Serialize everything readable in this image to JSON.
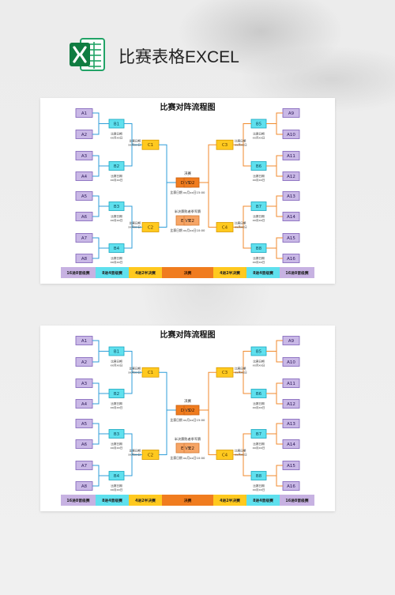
{
  "header": {
    "title": "比赛表格EXCEL",
    "app_icon": "excel-icon"
  },
  "sheet": {
    "title": "比赛对阵流程图",
    "left": [
      {
        "pair": [
          "A1",
          "A2"
        ],
        "b": "B1",
        "note1": "比赛日期",
        "note2": "xx月xx日"
      },
      {
        "pair": [
          "A3",
          "A4"
        ],
        "b": "B2",
        "note1": "比赛日期",
        "note2": "xx月xx日"
      },
      {
        "pair": [
          "A5",
          "A6"
        ],
        "b": "B3",
        "note1": "比赛日期",
        "note2": "xx月xx日"
      },
      {
        "pair": [
          "A7",
          "A8"
        ],
        "b": "B4",
        "note1": "比赛日期",
        "note2": "xx月xx日"
      }
    ],
    "right": [
      {
        "pair": [
          "A9",
          "A10"
        ],
        "b": "B5",
        "note1": "比赛日期",
        "note2": "xx月xx日"
      },
      {
        "pair": [
          "A11",
          "A12"
        ],
        "b": "B6",
        "note1": "比赛日期",
        "note2": "xx月xx日"
      },
      {
        "pair": [
          "A13",
          "A14"
        ],
        "b": "B7",
        "note1": "比赛日期",
        "note2": "xx月xx日"
      },
      {
        "pair": [
          "A15",
          "A16"
        ],
        "b": "B8",
        "note1": "比赛日期",
        "note2": "xx月xx日"
      }
    ],
    "left_c": [
      "C1",
      "C2"
    ],
    "right_c": [
      "C3",
      "C4"
    ],
    "c_note1": "比赛日期",
    "c_note2": "xx月xx日",
    "final_label": "决赛",
    "final": [
      "D1",
      "D2"
    ],
    "final_date": "比赛日期 xx月xx日15:00",
    "third_label": "半决赛败者季军赛",
    "third": [
      "E1",
      "E2"
    ],
    "third_date": "比赛日期 xx月xx日10:00",
    "vs": "VS",
    "stages": [
      "16进8晋级赛",
      "8进4晋级赛",
      "4进2半决赛",
      "决赛",
      "4进2半决赛",
      "8进4晋级赛",
      "16进8晋级赛"
    ]
  },
  "colors": {
    "a_fill": "#c9b8e6",
    "a_stroke": "#7e5fb8",
    "b_fill": "#5fe0ee",
    "b_stroke": "#1aa7c0",
    "c_fill": "#ffc91f",
    "c_stroke": "#d99a00",
    "d_fill": "#f07c1f",
    "e_fill": "#f6a566",
    "left_line": "#2f9ed8",
    "right_line": "#f08a2c",
    "stage_purple": "#c7b2e2",
    "stage_cyan": "#5fe0ee",
    "stage_yellow": "#ffc91f",
    "stage_orange": "#f07c1f"
  }
}
